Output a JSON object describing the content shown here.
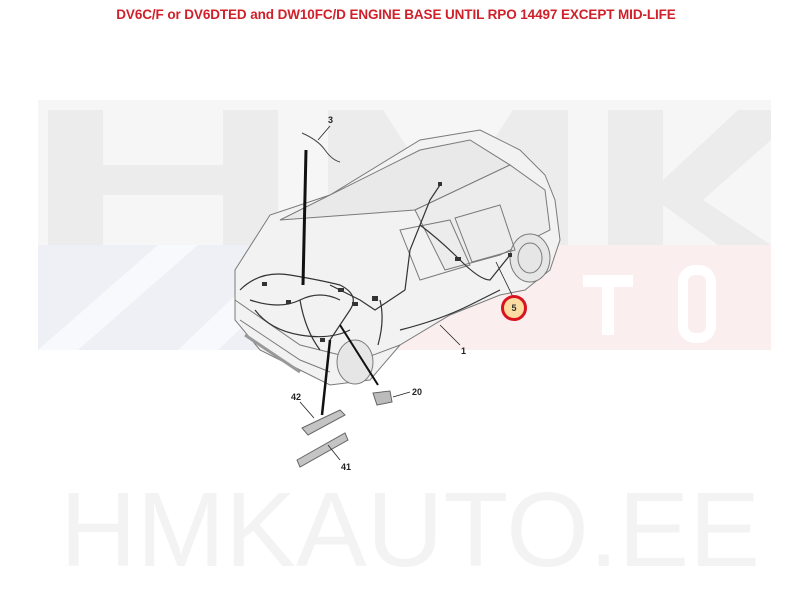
{
  "header": {
    "title": "DV6C/F or DV6DTED and DW10FC/D ENGINE BASE UNTIL RPO 14497 EXCEPT MID-LIFE",
    "title_color": "#d0202a"
  },
  "watermark": {
    "top_text": "HMK",
    "band_text": "AUTO",
    "bottom_text": "HMKAUTO.EE",
    "band_left_color": "#eef0f6",
    "band_right_color": "#fbeeee"
  },
  "diagram": {
    "subject": "car-wiring-harness",
    "callouts": [
      {
        "id": "3",
        "label": "3"
      },
      {
        "id": "1",
        "label": "1"
      },
      {
        "id": "20",
        "label": "20"
      },
      {
        "id": "42",
        "label": "42"
      },
      {
        "id": "41",
        "label": "41"
      },
      {
        "id": "5",
        "label": "5",
        "highlighted": true
      }
    ],
    "highlight_color": "#d9141e",
    "highlight_fill": "#fcdca0"
  }
}
